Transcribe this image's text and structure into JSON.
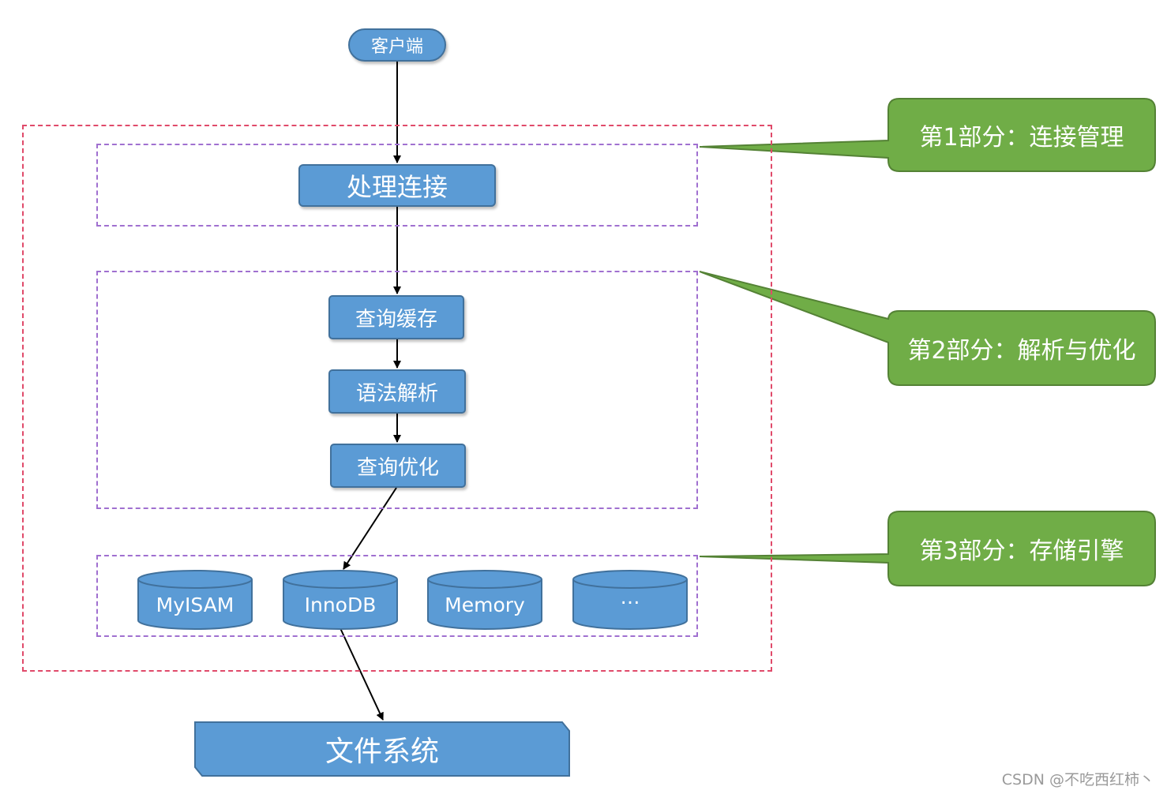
{
  "nodes": {
    "client": "客户端",
    "connection": "处理连接",
    "cache": "查询缓存",
    "parse": "语法解析",
    "optimize": "查询优化",
    "filesystem": "文件系统"
  },
  "engines": [
    "MyISAM",
    "InnoDB",
    "Memory",
    "…"
  ],
  "callouts": [
    "第1部分：连接管理",
    "第2部分：解析与优化",
    "第3部分：存储引擎"
  ],
  "watermark": "CSDN @不吃西红柿丶",
  "colors": {
    "box_fill": "#5b9bd5",
    "box_border": "#41719c",
    "callout_fill": "#70ad47",
    "outer_dash": "#e04a6a",
    "inner_dash": "#a070d0"
  }
}
